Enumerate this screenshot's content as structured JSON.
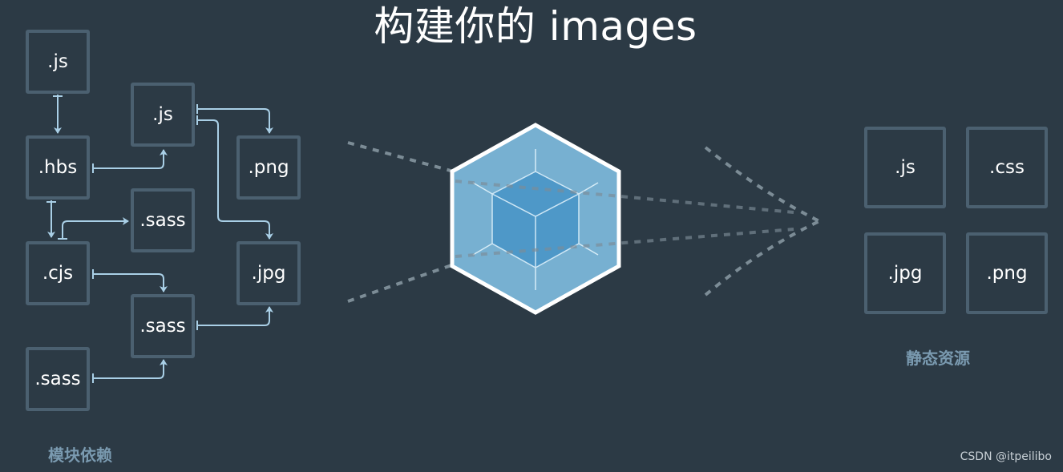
{
  "title": "构建你的 images",
  "modules": {
    "caption": "模块依赖",
    "nodes": {
      "js_top": ".js",
      "hbs": ".hbs",
      "cjs": ".cjs",
      "sass_bottom": ".sass",
      "js_middle": ".js",
      "sass_upper": ".sass",
      "sass_lower": ".sass",
      "png": ".png",
      "jpg": ".jpg"
    }
  },
  "assets": {
    "caption": "静态资源",
    "nodes": {
      "js": ".js",
      "css": ".css",
      "jpg": ".jpg",
      "png": ".png"
    }
  },
  "watermark": "CSDN @itpeilibo",
  "colors": {
    "background": "#2c3a45",
    "node_border": "#4b6070",
    "arrow": "#a9cfe6",
    "cube_outer": "#8ed6fb",
    "cube_inner": "#1c78c0"
  }
}
